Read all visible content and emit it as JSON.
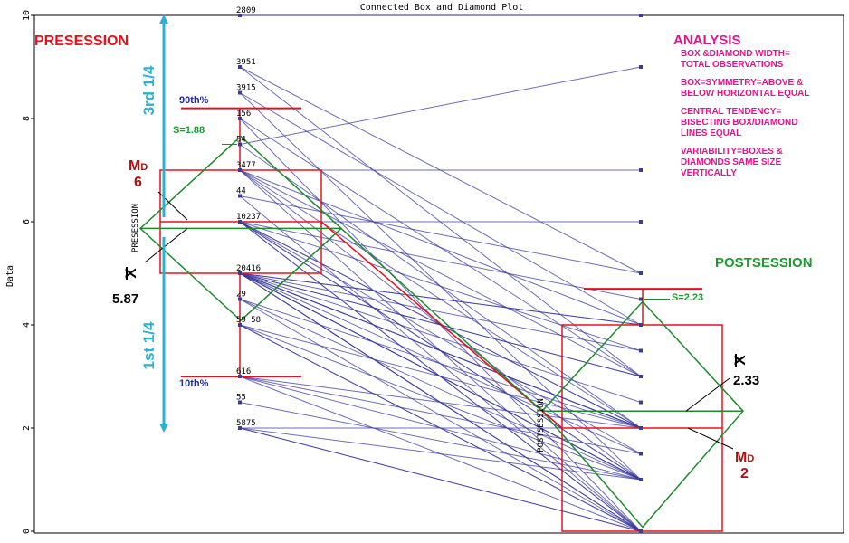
{
  "chart_data": {
    "type": "scatter",
    "title": "Connected Box and Diamond Plot",
    "ylabel": "Data",
    "ylim": [
      0,
      10
    ],
    "yticks": [
      "0",
      "2",
      "4",
      "6",
      "8",
      "10"
    ],
    "groups": [
      "PRESESSION",
      "POSTSESSION"
    ],
    "pre_values": [
      10,
      9,
      8.5,
      8,
      7.5,
      7,
      6.5,
      6,
      5,
      4.5,
      4,
      3,
      2.5,
      2
    ],
    "post_values": [
      10,
      9,
      7,
      6,
      5,
      4.5,
      4,
      3.5,
      3,
      2.5,
      2,
      1.5,
      1,
      0
    ],
    "point_labels": [
      {
        "text": "2809",
        "y": 10
      },
      {
        "text": "3951",
        "y": 9
      },
      {
        "text": "3915",
        "y": 8.5
      },
      {
        "text": "156",
        "y": 8
      },
      {
        "text": "54",
        "y": 7.5
      },
      {
        "text": "3477",
        "y": 7
      },
      {
        "text": "44",
        "y": 6.5
      },
      {
        "text": "10237",
        "y": 6
      },
      {
        "text": "20416",
        "y": 5
      },
      {
        "text": "29",
        "y": 4.5
      },
      {
        "text": "59 58",
        "y": 4
      },
      {
        "text": "616",
        "y": 3
      },
      {
        "text": "55",
        "y": 2.5
      },
      {
        "text": "5875",
        "y": 2
      }
    ],
    "connections": [
      [
        10,
        10
      ],
      [
        9,
        5
      ],
      [
        9,
        3
      ],
      [
        8.5,
        4
      ],
      [
        8.5,
        1
      ],
      [
        8,
        3
      ],
      [
        8,
        0
      ],
      [
        7.5,
        2
      ],
      [
        7.5,
        9
      ],
      [
        7,
        7
      ],
      [
        7,
        3
      ],
      [
        7,
        1
      ],
      [
        7,
        0
      ],
      [
        7,
        4
      ],
      [
        7,
        2
      ],
      [
        6.5,
        0
      ],
      [
        6.5,
        5
      ],
      [
        6,
        6
      ],
      [
        6,
        2
      ],
      [
        6,
        0
      ],
      [
        6,
        1
      ],
      [
        6,
        3.5
      ],
      [
        6,
        4.5
      ],
      [
        6,
        2
      ],
      [
        6,
        1
      ],
      [
        6,
        0
      ],
      [
        6,
        1.5
      ],
      [
        5,
        3
      ],
      [
        5,
        4
      ],
      [
        5,
        2
      ],
      [
        5,
        1
      ],
      [
        5,
        0
      ],
      [
        5,
        1.5
      ],
      [
        5,
        2
      ],
      [
        5,
        3.5
      ],
      [
        5,
        0
      ],
      [
        5,
        1
      ],
      [
        5,
        4
      ],
      [
        5,
        2.5
      ],
      [
        5,
        3
      ],
      [
        5,
        2
      ],
      [
        5,
        0
      ],
      [
        5,
        1
      ],
      [
        4.5,
        2
      ],
      [
        4.5,
        0
      ],
      [
        4.5,
        1
      ],
      [
        4,
        2
      ],
      [
        4,
        0
      ],
      [
        4,
        1
      ],
      [
        4,
        0
      ],
      [
        3,
        2
      ],
      [
        3,
        0
      ],
      [
        3,
        1
      ],
      [
        3,
        1.5
      ],
      [
        2.5,
        1
      ],
      [
        2,
        0
      ],
      [
        2,
        1
      ],
      [
        2,
        2
      ],
      [
        2,
        0
      ]
    ],
    "pre_stats": {
      "box_low": 5,
      "box_high": 7,
      "median": 6,
      "mean": 5.87,
      "p10": 3,
      "p90": 8.2,
      "sd": 1.88
    },
    "post_stats": {
      "box_low": 0,
      "box_high": 4,
      "median": 2,
      "mean": 2.33,
      "p10": 0,
      "p90": 4.7,
      "sd": 2.23
    },
    "mean_line": {
      "from": 6,
      "to": 2
    },
    "median_line": {
      "from": 5.87,
      "to": 2.33
    }
  },
  "annotations": {
    "presession": "PRESESSION",
    "postsession": "POSTSESSION",
    "pre_group_label": "PRESESSION",
    "post_group_label": "POSTSESSION",
    "third_quarter": "3rd 1/4",
    "first_quarter": "1st 1/4",
    "p90": "90th%",
    "p10": "10th%",
    "pre_sd": "S=1.88",
    "post_sd": "S=2.23",
    "md_symbol": "MD",
    "md_sub": "D",
    "md_main": "M",
    "pre_md_value": "6",
    "post_md_value": "2",
    "xbar_symbol": "X",
    "pre_mean_value": "5.87",
    "post_mean_value": "2.33",
    "analysis_title": "ANALYSIS",
    "analysis_lines": [
      "BOX &DIAMOND WIDTH=",
      "TOTAL OBSERVATIONS",
      "",
      "BOX=SYMMETRY=ABOVE &",
      "BELOW HORIZONTAL EQUAL",
      "",
      "CENTRAL TENDENCY=",
      "BISECTING BOX/DIAMOND",
      "LINES EQUAL",
      "",
      "VARIABILITY=BOXES &",
      "DIAMONDS SAME SIZE",
      "VERTICALLY"
    ]
  },
  "colors": {
    "connector": "#3b3b9e",
    "box": "#e8101e",
    "diamond": "#1e8c2e",
    "quartile": "#2bb0d8",
    "title_red": "#e8101e",
    "green_text": "#1e9a2e",
    "magenta": "#e0158c",
    "navy": "#1e2aa0",
    "dark_red": "#b01010"
  }
}
